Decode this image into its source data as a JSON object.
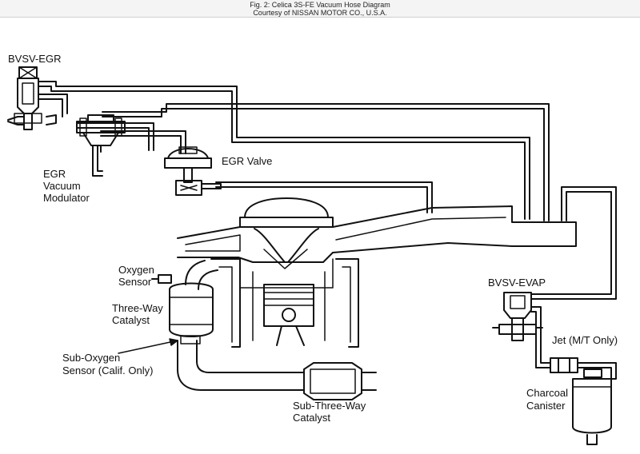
{
  "header": {
    "title": "Fig. 2: Celica 3S-FE Vacuum Hose Diagram",
    "courtesy": "Courtesy of NISSAN MOTOR CO., U.S.A."
  },
  "labels": {
    "bvsv_egr": "BVSV-EGR",
    "egr_valve": "EGR Valve",
    "egr_mod_1": "EGR",
    "egr_mod_2": "Vacuum",
    "egr_mod_3": "Modulator",
    "oxygen_1": "Oxygen",
    "oxygen_2": "Sensor",
    "twc_1": "Three-Way",
    "twc_2": "Catalyst",
    "sub_ox_1": "Sub-Oxygen",
    "sub_ox_2": "Sensor (Calif. Only)",
    "sub_twc_1": "Sub-Three-Way",
    "sub_twc_2": "Catalyst",
    "bvsv_evap": "BVSV-EVAP",
    "jet": "Jet (M/T Only)",
    "canister_1": "Charcoal",
    "canister_2": "Canister"
  }
}
